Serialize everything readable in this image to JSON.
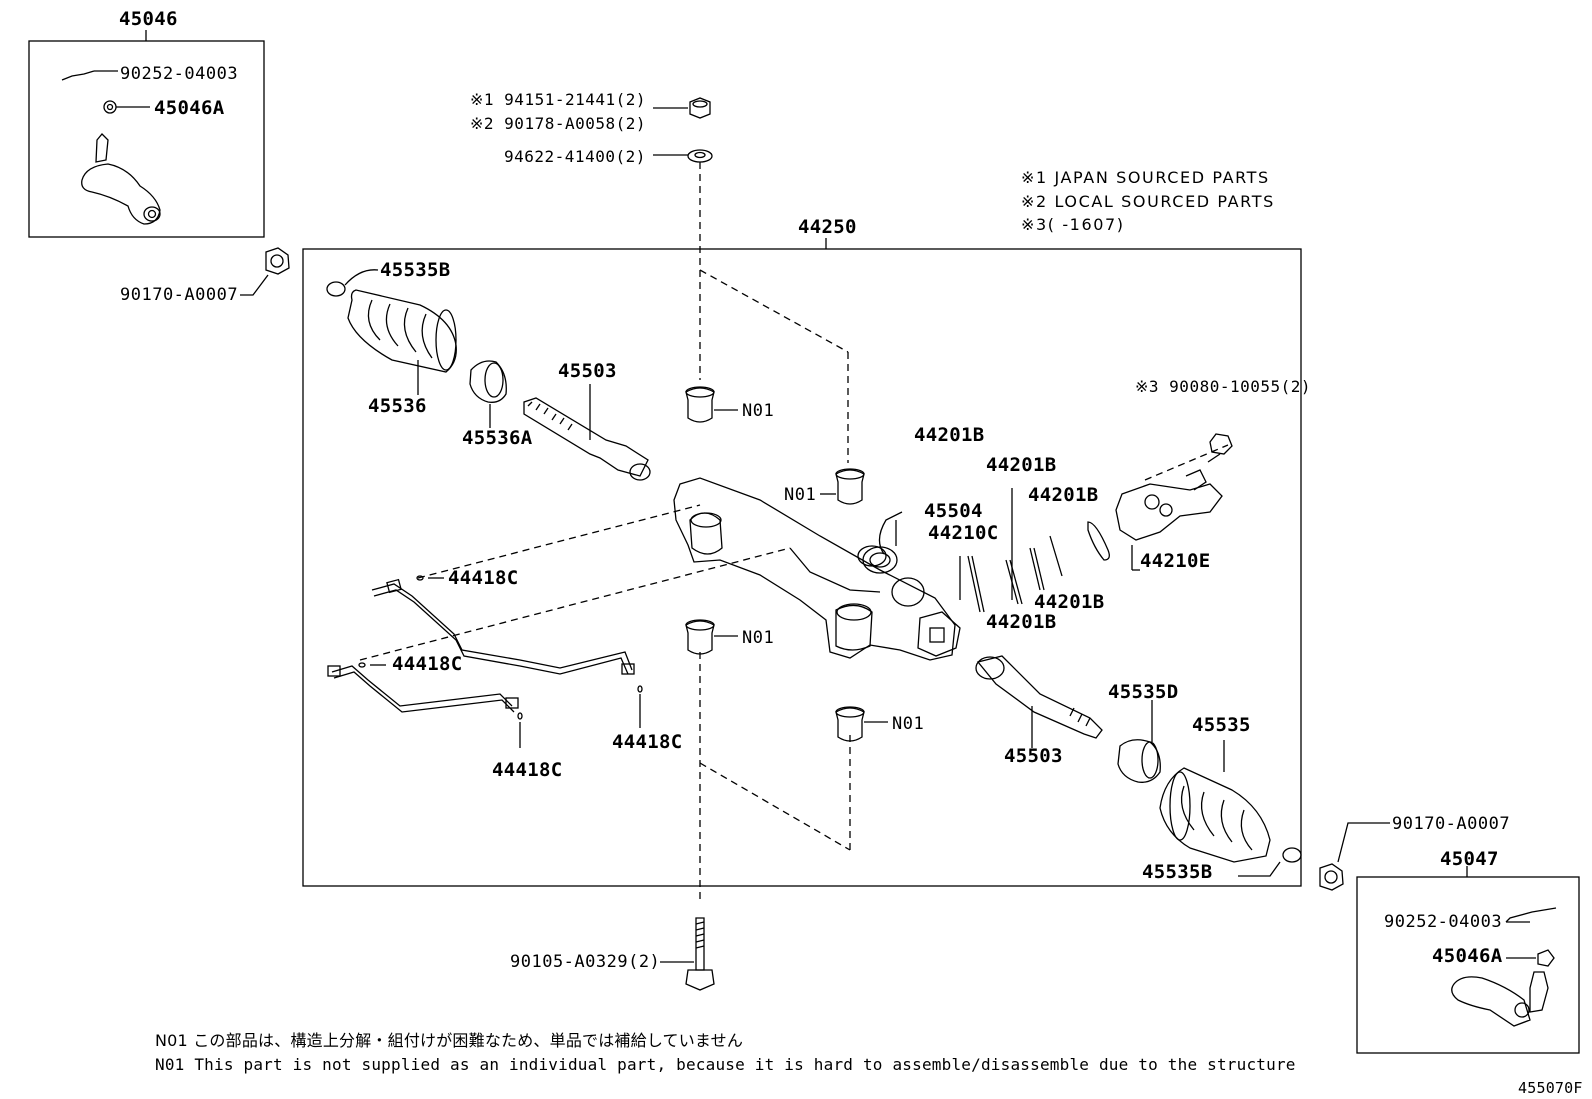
{
  "labels": {
    "p45046": "45046",
    "p90252_tl": "90252-04003",
    "p45046A_tl": "45046A",
    "n1_part": "※1 94151-21441(2)",
    "n2_part": "※2 90178-A0058(2)",
    "p94622": "94622-41400(2)",
    "p90170_l": "90170-A0007",
    "p44250": "44250",
    "p45535B_t": "45535B",
    "p45536": "45536",
    "p45536A": "45536A",
    "p45503_t": "45503",
    "n01_a": "N01",
    "p44201B_a": "44201B",
    "n01_b": "N01",
    "p45504": "45504",
    "p44210C": "44210C",
    "p44201B_b": "44201B",
    "p44201B_c": "44201B",
    "p44210E": "44210E",
    "p44418C_a": "44418C",
    "p44418C_b": "44418C",
    "p44201B_d": "44201B",
    "p44201B_e": "44201B",
    "n01_c": "N01",
    "p44418C_c": "44418C",
    "p44418C_d": "44418C",
    "n01_d": "N01",
    "p45503_b": "45503",
    "p45535D": "45535D",
    "p45535": "45535",
    "p45535B_b": "45535B",
    "n3_part": "※3 90080-10055(2)",
    "p90170_r": "90170-A0007",
    "p45047": "45047",
    "p90252_br": "90252-04003",
    "p45046A_br": "45046A",
    "p90105": "90105-A0329(2)",
    "legend1": "※1 JAPAN SOURCED PARTS",
    "legend2": "※2 LOCAL SOURCED PARTS",
    "legend3": "※3(    -1607)",
    "footnote_jp": "N01 この部品は、構造上分解・組付けが困難なため、単品では補給していません",
    "footnote_en": "N01 This part is not supplied as an individual part,  because it is hard to assemble/disassemble due to the structure",
    "figure_id": "455070F"
  }
}
